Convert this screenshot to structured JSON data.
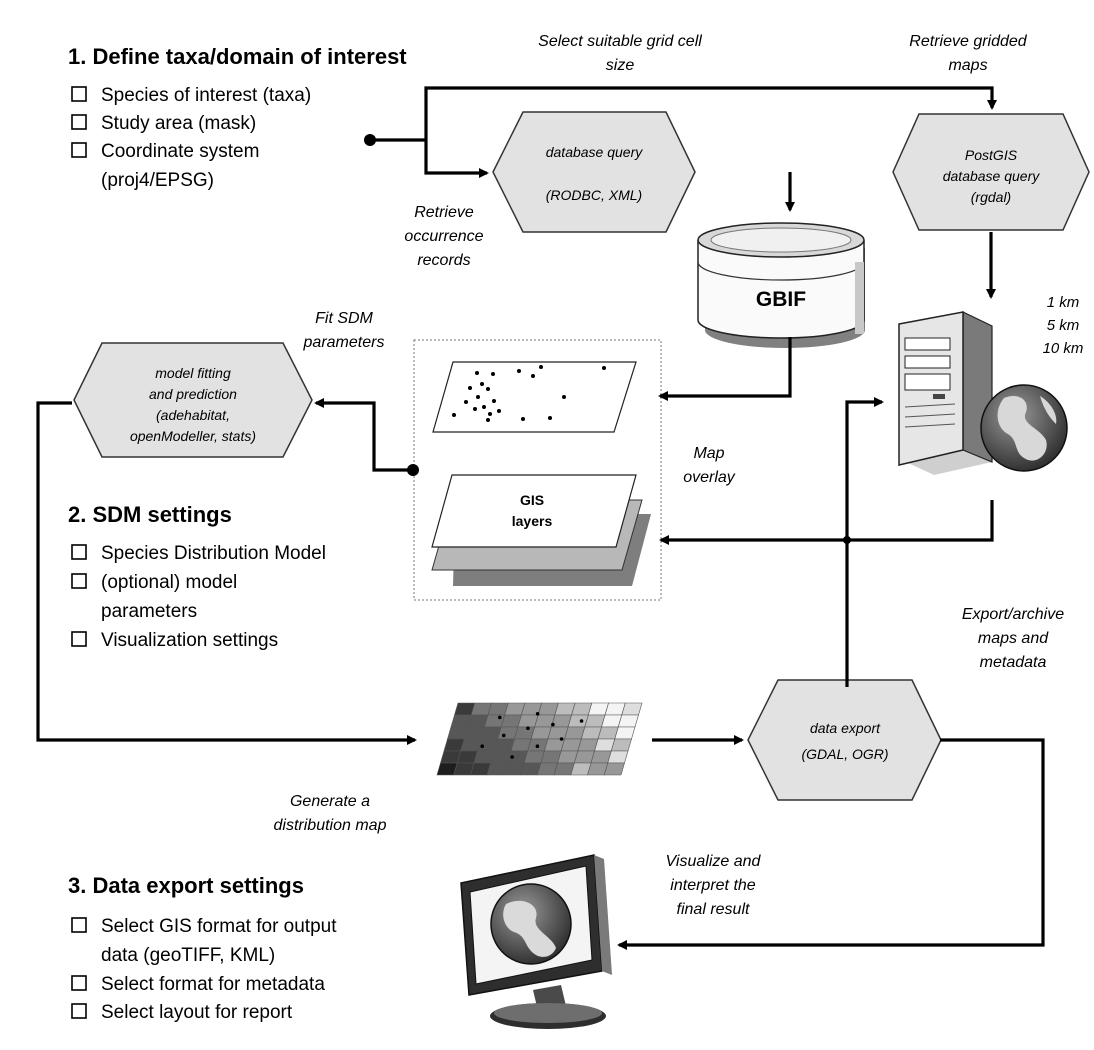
{
  "sections": [
    {
      "title": "1. Define taxa/domain of interest",
      "items": [
        "Species of interest (taxa)",
        "Study area (mask)",
        "Coordinate system",
        "(proj4/EPSG)"
      ]
    },
    {
      "title": "2. SDM settings",
      "items": [
        "Species Distribution Model",
        "(optional) model",
        "parameters",
        "Visualization settings"
      ]
    },
    {
      "title": "3. Data export settings",
      "items": [
        "Select GIS format for output",
        "data (geoTIFF, KML)",
        "Select format for metadata",
        "Select layout for report"
      ]
    }
  ],
  "boxes": {
    "db_query": [
      "database query",
      "(RODBC, XML)"
    ],
    "postgis": [
      "PostGIS",
      "database query",
      "(rgdal)"
    ],
    "model_fit": [
      "model fitting",
      "and prediction",
      "(adehabitat,",
      "openModeller, stats)"
    ],
    "data_export": [
      "data export",
      "(GDAL, OGR)"
    ]
  },
  "labels": {
    "gbif": "GBIF",
    "gis_layers": [
      "GIS",
      "layers"
    ]
  },
  "annotations": {
    "grid_cell": [
      "Select suitable grid cell",
      "size"
    ],
    "retrieve_gridded": [
      "Retrieve gridded",
      "maps"
    ],
    "retrieve_occurrence": [
      "Retrieve",
      "occurrence",
      "records"
    ],
    "resolutions": [
      "1 km",
      "5 km",
      "10 km"
    ],
    "fit_sdm": [
      "Fit SDM",
      "parameters"
    ],
    "map_overlay": [
      "Map",
      "overlay"
    ],
    "export_archive": [
      "Export/archive",
      "maps and",
      "metadata"
    ],
    "generate_map": [
      "Generate a",
      "distribution map"
    ],
    "visualize": [
      "Visualize and",
      "interpret the",
      "final result"
    ]
  },
  "colors": {
    "hexagon_fill": "#e2e2e2",
    "hexagon_stroke": "#333333",
    "arrow": "#000000"
  }
}
